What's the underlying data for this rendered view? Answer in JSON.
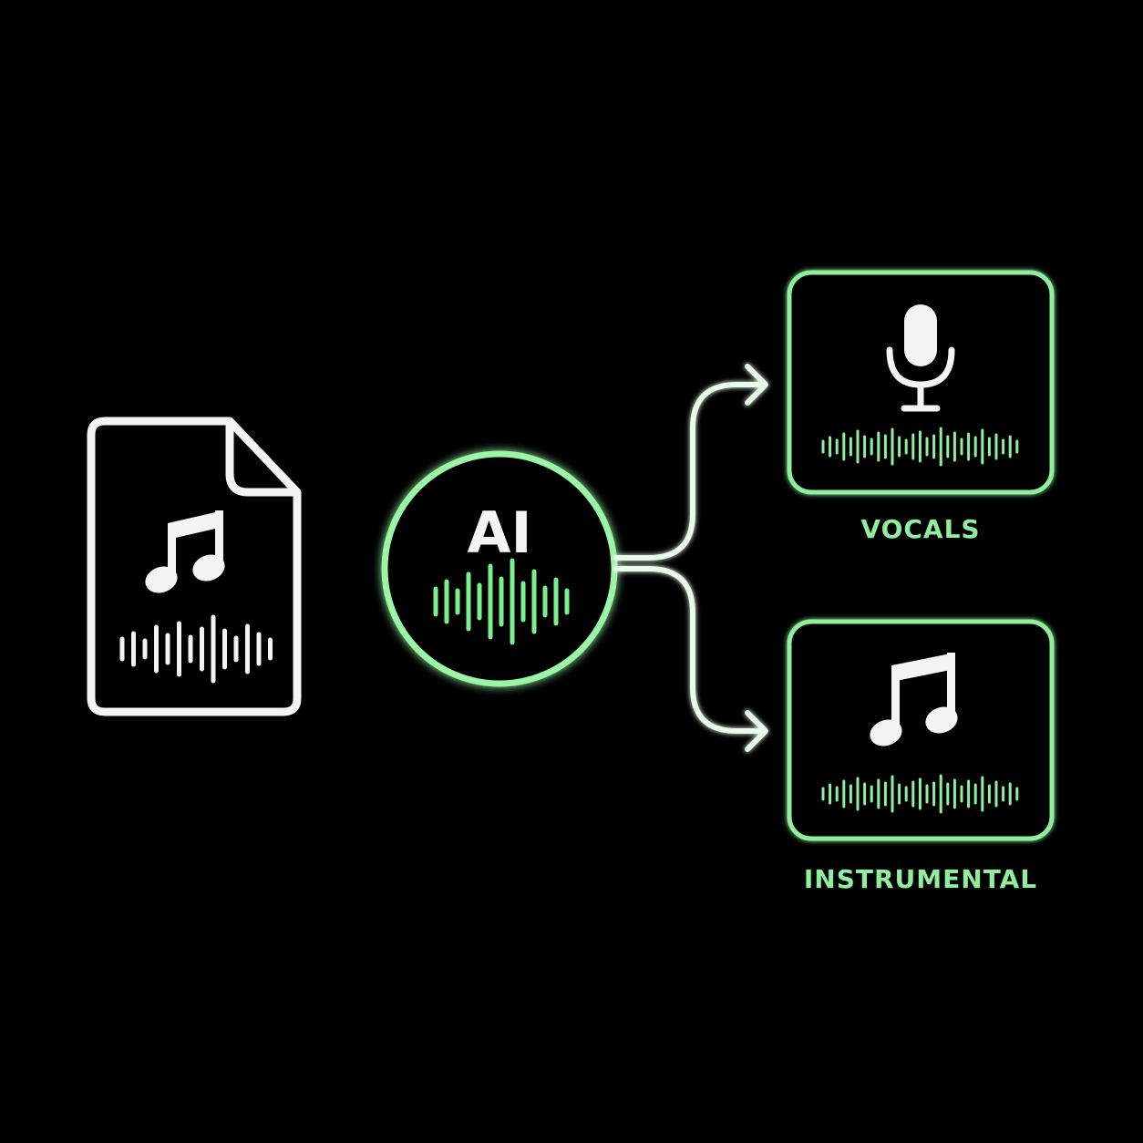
{
  "diagram": {
    "center_label": "AI",
    "outputs": [
      {
        "label": "VOCALS",
        "icon": "microphone-icon"
      },
      {
        "label": "INSTRUMENTAL",
        "icon": "music-note-icon"
      }
    ],
    "input": {
      "icon": "audio-file-icon"
    }
  },
  "colors": {
    "background": "#000000",
    "accent_green": "#7CF08E",
    "line_white": "#F4F4F4"
  }
}
